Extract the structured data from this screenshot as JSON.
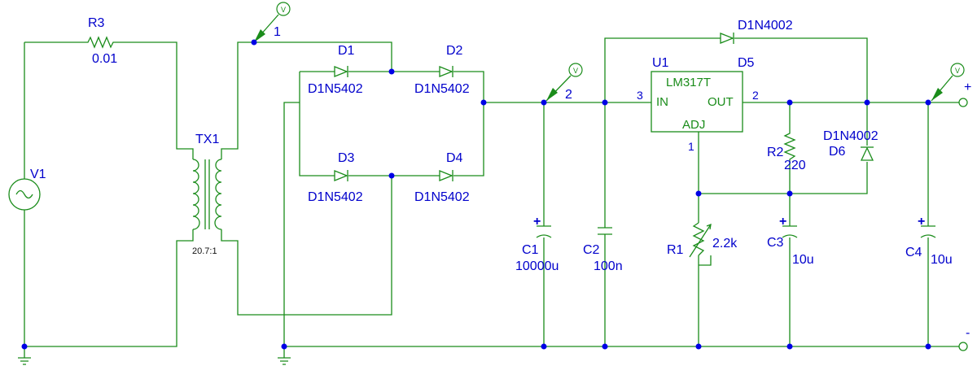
{
  "schematic": {
    "labels": {
      "r3_ref": "R3",
      "r3_val": "0.01",
      "v1_ref": "V1",
      "tx1_ref": "TX1",
      "tx1_ratio": "20.7:1",
      "d1_ref": "D1",
      "d1_model": "D1N5402",
      "d2_ref": "D2",
      "d2_model": "D1N5402",
      "d3_ref": "D3",
      "d3_model": "D1N5402",
      "d4_ref": "D4",
      "d4_model": "D1N5402",
      "d5_model": "D1N4002",
      "d5_ref": "D5",
      "u1_ref": "U1",
      "u1_part": "LM317T",
      "u1_in": "IN",
      "u1_out": "OUT",
      "u1_adj": "ADJ",
      "pin_in": "3",
      "pin_out": "2",
      "pin_adj": "1",
      "net1": "1",
      "net2": "2",
      "c1_ref": "C1",
      "c1_val": "10000u",
      "c2_ref": "C2",
      "c2_val": "100n",
      "r1_ref": "R1",
      "r1_val": "2.2k",
      "r2_ref": "R2",
      "r2_val": "220",
      "d6_model": "D1N4002",
      "d6_ref": "D6",
      "c3_ref": "C3",
      "c3_val": "10u",
      "c4_ref": "C4",
      "c4_val": "10u",
      "out_plus": "+",
      "out_minus": "-",
      "probe_v": "V",
      "cap_plus": "+"
    },
    "colors": {
      "wire": "#1a8c1a",
      "label": "#0000cc",
      "junction": "#0000e6"
    }
  }
}
